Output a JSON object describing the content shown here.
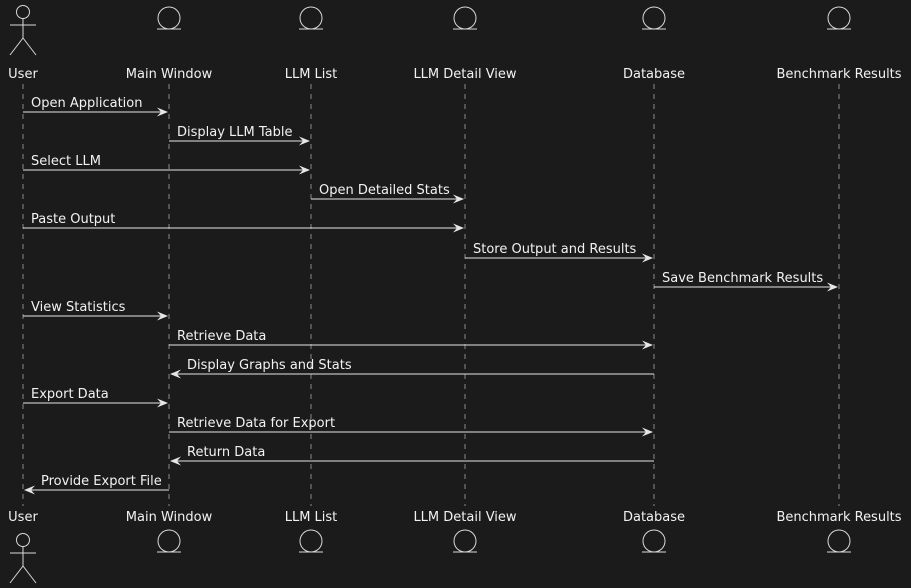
{
  "participants": [
    {
      "id": "user",
      "label": "User",
      "kind": "actor"
    },
    {
      "id": "main",
      "label": "Main Window",
      "kind": "entity"
    },
    {
      "id": "llmlist",
      "label": "LLM List",
      "kind": "entity"
    },
    {
      "id": "detail",
      "label": "LLM Detail View",
      "kind": "entity"
    },
    {
      "id": "db",
      "label": "Database",
      "kind": "entity"
    },
    {
      "id": "bench",
      "label": "Benchmark Results",
      "kind": "entity"
    }
  ],
  "messages": [
    {
      "from": "user",
      "to": "main",
      "label": "Open Application"
    },
    {
      "from": "main",
      "to": "llmlist",
      "label": "Display LLM Table"
    },
    {
      "from": "user",
      "to": "llmlist",
      "label": "Select LLM"
    },
    {
      "from": "llmlist",
      "to": "detail",
      "label": "Open Detailed Stats"
    },
    {
      "from": "user",
      "to": "detail",
      "label": "Paste Output"
    },
    {
      "from": "detail",
      "to": "db",
      "label": "Store Output and Results"
    },
    {
      "from": "db",
      "to": "bench",
      "label": "Save Benchmark Results"
    },
    {
      "from": "user",
      "to": "main",
      "label": "View Statistics"
    },
    {
      "from": "main",
      "to": "db",
      "label": "Retrieve Data"
    },
    {
      "from": "db",
      "to": "main",
      "label": "Display Graphs and Stats"
    },
    {
      "from": "user",
      "to": "main",
      "label": "Export Data"
    },
    {
      "from": "main",
      "to": "db",
      "label": "Retrieve Data for Export"
    },
    {
      "from": "db",
      "to": "main",
      "label": "Return Data"
    },
    {
      "from": "main",
      "to": "user",
      "label": "Provide Export File"
    }
  ]
}
